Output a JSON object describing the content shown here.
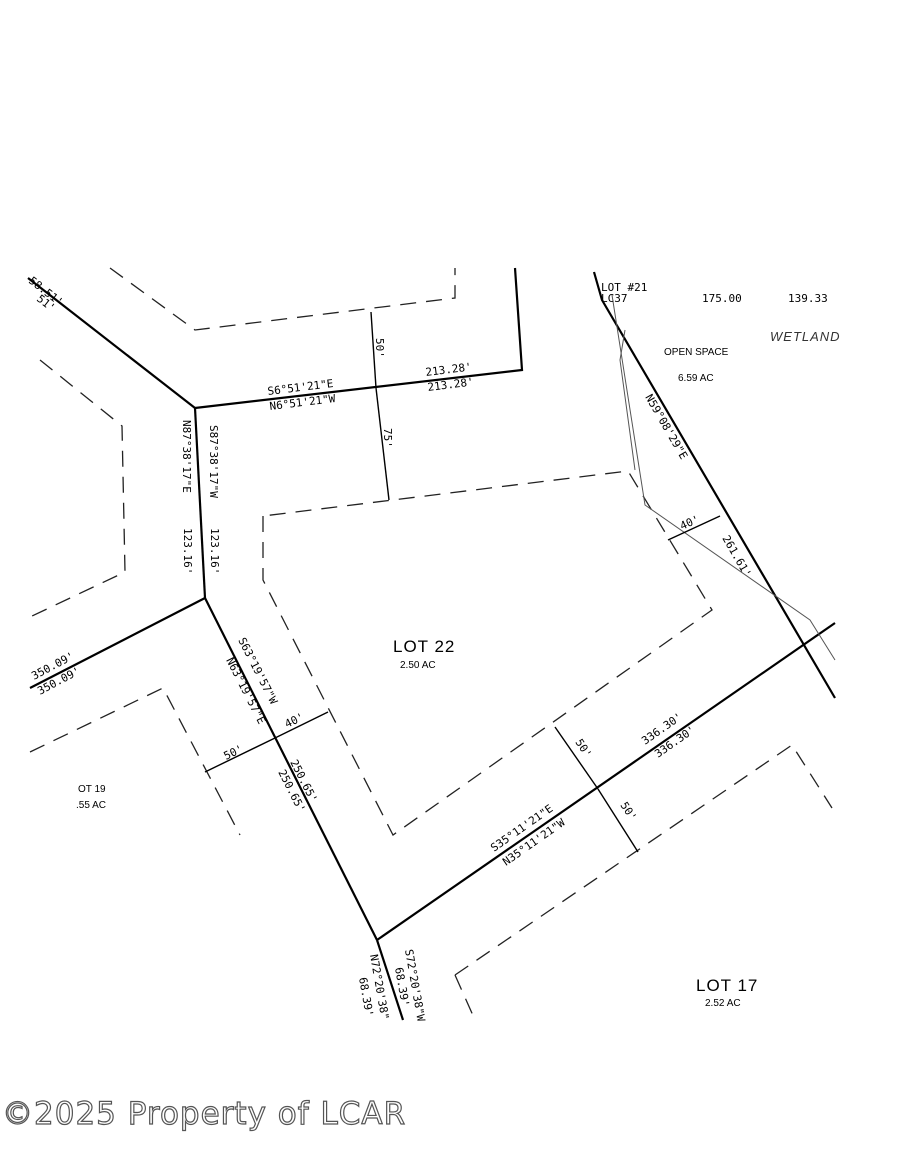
{
  "watermark": "©2025 Property of LCAR",
  "lots": {
    "lot22": {
      "name": "LOT 22",
      "area": "2.50 AC"
    },
    "lot17": {
      "name": "LOT 17",
      "area": "2.52 AC"
    },
    "lot19_partial": {
      "name": "OT 19",
      "area": ".55 AC"
    },
    "lot21": {
      "name": "LOT #21",
      "lc": "LC37"
    },
    "open_space": {
      "name": "OPEN SPACE",
      "area": "6.59 AC"
    }
  },
  "wetland": "WETLAND",
  "top_right_values": [
    "175.00",
    "139.33"
  ],
  "bearings": {
    "top_in": "S6°51'21\"E",
    "top_out": "N6°51'21\"W",
    "left_in": "S87°38'17\"W",
    "left_out": "N87°38'17\"E",
    "lower_left_in": "S63°19'57\"W",
    "lower_left_out": "N63°19'57\"E",
    "bottom_in": "S35°11'21\"E",
    "bottom_out": "N35°11'21\"W",
    "right": "N59°08'29\"E",
    "btm_road_in": "S72°20'38\"W",
    "btm_road_out": "N72°20'38\""
  },
  "distances": {
    "top": "213.28'",
    "left": "123.16'",
    "lower_left": "250.65'",
    "bottom": "336.30'",
    "right": "261.61'",
    "far_left": "350.09'",
    "btm_road": "68.39'",
    "corner_partial": "58.51'",
    "corner_partial_2": "51'"
  },
  "setbacks": {
    "front_50_top": "50'",
    "front_75": "75'",
    "side_40_right": "40'",
    "side_40_left": "40'",
    "road_50_left": "50'",
    "rear_50_in": "50'",
    "rear_50_out": "50'"
  }
}
